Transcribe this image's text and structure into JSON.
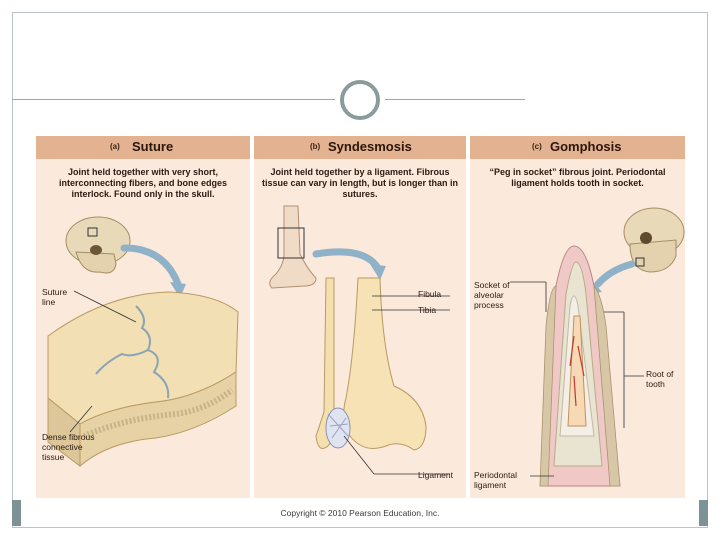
{
  "panels": {
    "suture": {
      "letter": "(a)",
      "title": "Suture",
      "description": "Joint held together with very short, interconnecting fibers, and bone edges interlock. Found only in the skull.",
      "labels": {
        "suture_line": "Suture line",
        "dense_tissue": "Dense fibrous connective tissue"
      }
    },
    "syndesmosis": {
      "letter": "(b)",
      "title": "Syndesmosis",
      "description": "Joint held together by a ligament. Fibrous tissue can vary in length, but is longer than in sutures.",
      "labels": {
        "fibula": "Fibula",
        "tibia": "Tibia",
        "ligament": "Ligament"
      }
    },
    "gomphosis": {
      "letter": "(c)",
      "title": "Gomphosis",
      "description": "“Peg in socket” fibrous joint. Periodontal ligament holds tooth in socket.",
      "labels": {
        "socket": "Socket of alveolar process",
        "root": "Root of tooth",
        "periodontal": "Periodontal ligament"
      }
    }
  },
  "copyright": "Copyright © 2010 Pearson Education, Inc.",
  "colors": {
    "header": "#e2b291",
    "panel_bg": "#fbe9dc",
    "bone": "#f1d9a6",
    "frame": "#b9c4c6",
    "accent": "#8a9b9c"
  }
}
